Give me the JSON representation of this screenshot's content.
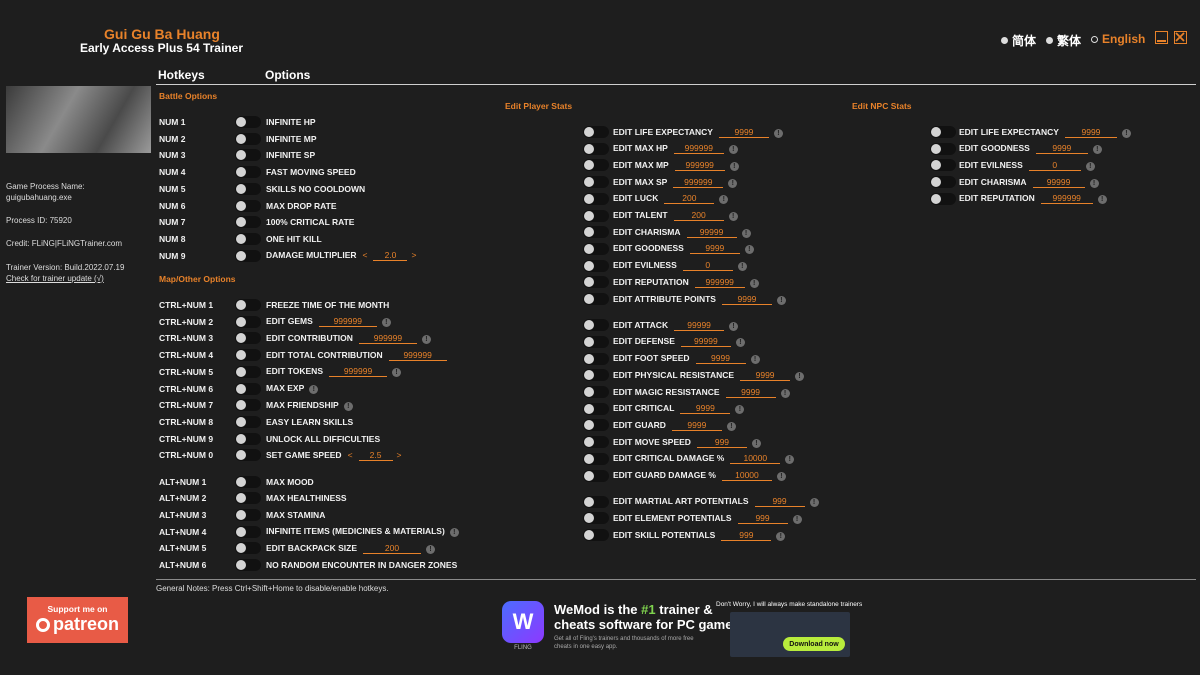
{
  "header": {
    "game_title": "Gui Gu Ba Huang",
    "trainer_title": "Early Access Plus 54 Trainer",
    "languages": [
      "简体",
      "繁体",
      "English"
    ],
    "selected_language": "English",
    "col_hotkeys": "Hotkeys",
    "col_options": "Options"
  },
  "sidebar": {
    "process_name_label": "Game Process Name:",
    "process_name": "guigubahuang.exe",
    "process_id": "Process ID: 75920",
    "credit": "Credit: FLiNG|FLiNGTrainer.com",
    "version": "Trainer Version: Build.2022.07.19",
    "update_link": "Check for trainer update (√)"
  },
  "sections": {
    "battle": "Battle Options",
    "map": "Map/Other Options",
    "player": "Edit Player Stats",
    "npc": "Edit NPC Stats"
  },
  "battle_options": [
    {
      "key": "NUM 1",
      "label": "INFINITE HP"
    },
    {
      "key": "NUM 2",
      "label": "INFINITE MP"
    },
    {
      "key": "NUM 3",
      "label": "INFINITE SP"
    },
    {
      "key": "NUM 4",
      "label": "FAST MOVING SPEED"
    },
    {
      "key": "NUM 5",
      "label": "SKILLS NO COOLDOWN"
    },
    {
      "key": "NUM 6",
      "label": "MAX DROP RATE"
    },
    {
      "key": "NUM 7",
      "label": "100% CRITICAL RATE"
    },
    {
      "key": "NUM 8",
      "label": "ONE HIT KILL"
    },
    {
      "key": "NUM 9",
      "label": "DAMAGE MULTIPLIER",
      "value": "2.0",
      "arrows": true
    }
  ],
  "map_options": [
    {
      "key": "CTRL+NUM 1",
      "label": "FREEZE TIME OF THE MONTH"
    },
    {
      "key": "CTRL+NUM 2",
      "label": "EDIT GEMS",
      "value": "999999",
      "info": true
    },
    {
      "key": "CTRL+NUM 3",
      "label": "EDIT CONTRIBUTION",
      "value": "999999",
      "info": true
    },
    {
      "key": "CTRL+NUM 4",
      "label": "EDIT TOTAL CONTRIBUTION",
      "value": "999999"
    },
    {
      "key": "CTRL+NUM 5",
      "label": "EDIT TOKENS",
      "value": "999999",
      "info": true
    },
    {
      "key": "CTRL+NUM 6",
      "label": "MAX EXP",
      "info": true
    },
    {
      "key": "CTRL+NUM 7",
      "label": "MAX FRIENDSHIP",
      "info": true
    },
    {
      "key": "CTRL+NUM 8",
      "label": "EASY LEARN SKILLS"
    },
    {
      "key": "CTRL+NUM 9",
      "label": "UNLOCK ALL DIFFICULTIES"
    },
    {
      "key": "CTRL+NUM 0",
      "label": "SET GAME SPEED",
      "value": "2.5",
      "arrows": true
    },
    {
      "key": "ALT+NUM 1",
      "label": "MAX MOOD"
    },
    {
      "key": "ALT+NUM 2",
      "label": "MAX HEALTHINESS"
    },
    {
      "key": "ALT+NUM 3",
      "label": "MAX STAMINA"
    },
    {
      "key": "ALT+NUM 4",
      "label": "INFINITE ITEMS (MEDICINES & MATERIALS)",
      "info": true
    },
    {
      "key": "ALT+NUM 5",
      "label": "EDIT BACKPACK SIZE",
      "value": "200",
      "info": true
    },
    {
      "key": "ALT+NUM 6",
      "label": "NO RANDOM ENCOUNTER IN DANGER ZONES"
    }
  ],
  "player_stats": [
    {
      "label": "EDIT LIFE EXPECTANCY",
      "value": "9999",
      "info": true
    },
    {
      "label": "EDIT MAX HP",
      "value": "999999",
      "info": true
    },
    {
      "label": "EDIT MAX MP",
      "value": "999999",
      "info": true
    },
    {
      "label": "EDIT MAX SP",
      "value": "999999",
      "info": true
    },
    {
      "label": "EDIT LUCK",
      "value": "200",
      "info": true
    },
    {
      "label": "EDIT TALENT",
      "value": "200",
      "info": true
    },
    {
      "label": "EDIT CHARISMA",
      "value": "99999",
      "info": true
    },
    {
      "label": "EDIT GOODNESS",
      "value": "9999",
      "info": true
    },
    {
      "label": "EDIT EVILNESS",
      "value": "0",
      "info": true
    },
    {
      "label": "EDIT REPUTATION",
      "value": "999999",
      "info": true
    },
    {
      "label": "EDIT ATTRIBUTE POINTS",
      "value": "9999",
      "info": true
    },
    {
      "label": "EDIT ATTACK",
      "value": "99999",
      "info": true
    },
    {
      "label": "EDIT DEFENSE",
      "value": "99999",
      "info": true
    },
    {
      "label": "EDIT FOOT SPEED",
      "value": "9999",
      "info": true
    },
    {
      "label": "EDIT PHYSICAL RESISTANCE",
      "value": "9999",
      "info": true
    },
    {
      "label": "EDIT MAGIC RESISTANCE",
      "value": "9999",
      "info": true
    },
    {
      "label": "EDIT CRITICAL",
      "value": "9999",
      "info": true
    },
    {
      "label": "EDIT GUARD",
      "value": "9999",
      "info": true
    },
    {
      "label": "EDIT MOVE SPEED",
      "value": "999",
      "info": true
    },
    {
      "label": "EDIT CRITICAL DAMAGE %",
      "value": "10000",
      "info": true
    },
    {
      "label": "EDIT GUARD DAMAGE %",
      "value": "10000",
      "info": true
    },
    {
      "label": "EDIT MARTIAL ART POTENTIALS",
      "value": "999",
      "info": true
    },
    {
      "label": "EDIT ELEMENT POTENTIALS",
      "value": "999",
      "info": true
    },
    {
      "label": "EDIT SKILL POTENTIALS",
      "value": "999",
      "info": true
    }
  ],
  "npc_stats": [
    {
      "label": "EDIT LIFE EXPECTANCY",
      "value": "9999",
      "info": true
    },
    {
      "label": "EDIT GOODNESS",
      "value": "9999",
      "info": true
    },
    {
      "label": "EDIT EVILNESS",
      "value": "0",
      "info": true
    },
    {
      "label": "EDIT CHARISMA",
      "value": "99999",
      "info": true
    },
    {
      "label": "EDIT REPUTATION",
      "value": "999999",
      "info": true
    }
  ],
  "footer": {
    "notes": "General Notes: Press Ctrl+Shift+Home to disable/enable hotkeys.",
    "patreon_top": "Support me on",
    "patreon_bottom": "patreon"
  },
  "ad": {
    "title_a": "WeMod is the ",
    "title_b": "#1",
    "title_c": " trainer &",
    "title_d": "cheats software for PC games",
    "small": "Get all of Fling's trainers and thousands of more free cheats in one easy app.",
    "banner": "Don't Worry, I will always make standalone trainers",
    "download": "Download now",
    "logo_sub": "FLING"
  },
  "colors": {
    "accent": "#e8822a",
    "background": "#1e1e1e"
  }
}
